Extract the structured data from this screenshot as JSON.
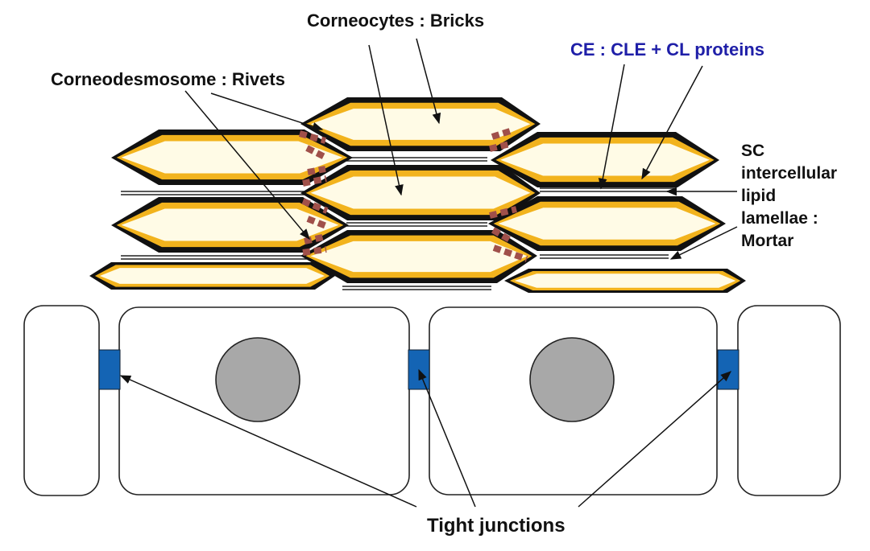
{
  "labels": {
    "bricks": "Corneocytes : Bricks",
    "ce": "CE : CLE + CL proteins",
    "rivets": "Corneodesmosome : Rivets",
    "mortar_lines": [
      "SC",
      "intercellular",
      "lipid",
      "lamellae :",
      "Mortar"
    ],
    "tight": "Tight junctions"
  },
  "colors": {
    "outline": "#111111",
    "envelope": "#f2b31d",
    "cytoplasm": "#fffbe6",
    "rivet": "#a0504a",
    "nucleus": "#a8a8a8",
    "junction": "#1464b4",
    "label_blue": "#1f1fa8"
  },
  "components": {
    "corneocytes": 9,
    "corneodesmosomes": 13,
    "epidermal_cells": 4,
    "tight_junctions": 3
  }
}
